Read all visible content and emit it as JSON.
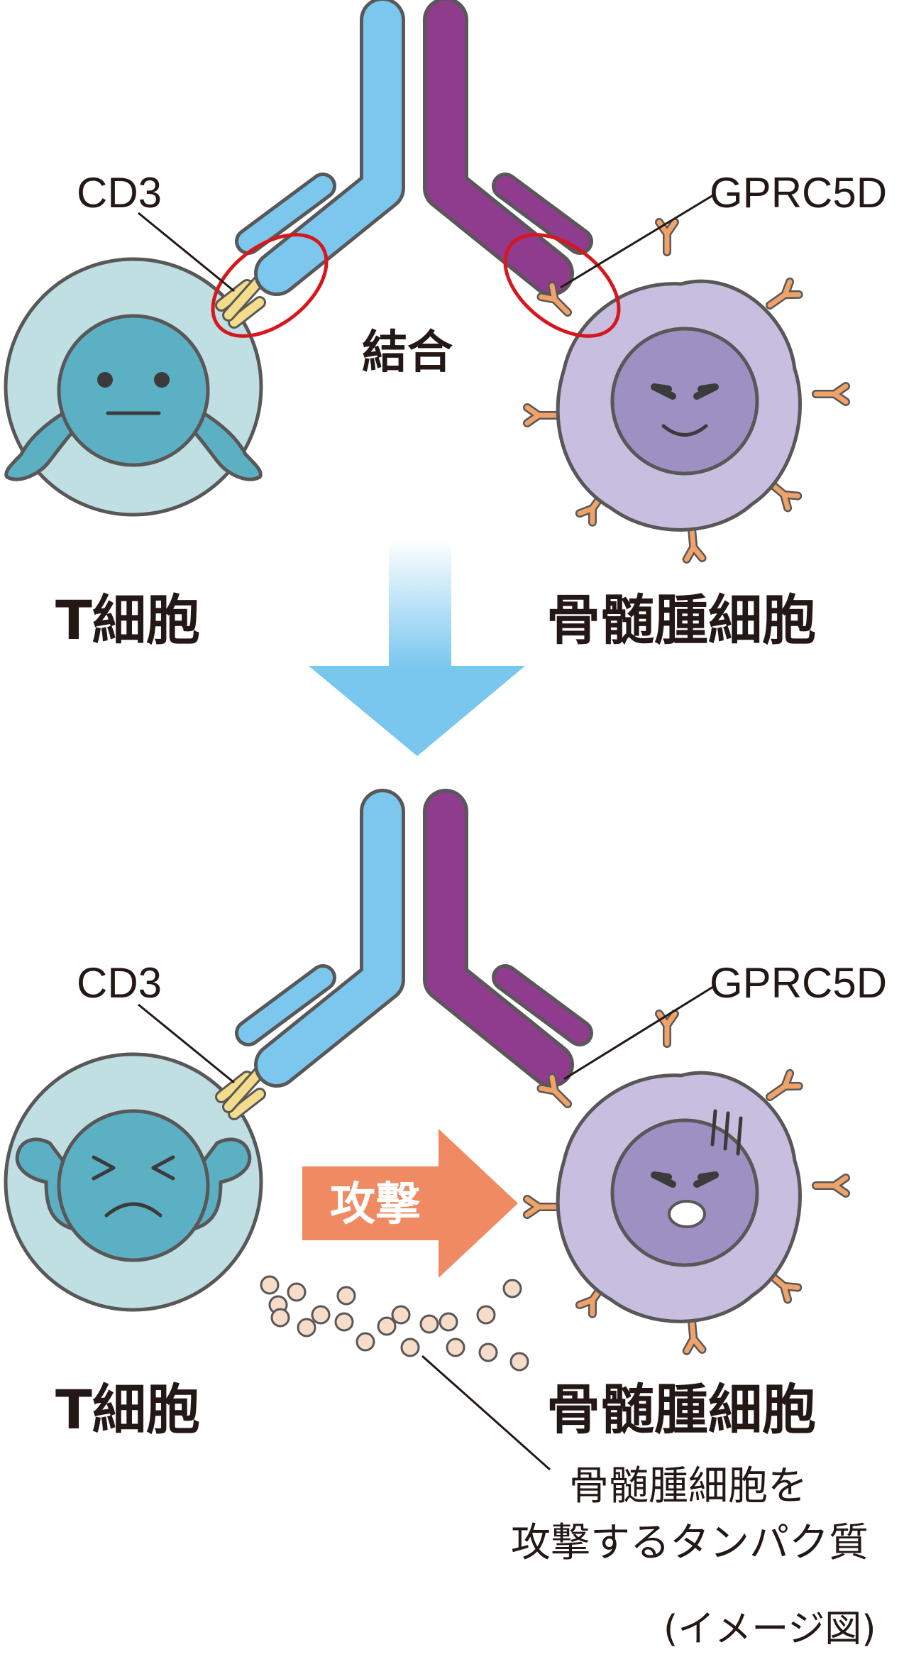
{
  "top": {
    "cd3_label": "CD3",
    "gprc5d_label": "GPRC5D",
    "binding_label": "結合",
    "tcell_label": "T細胞",
    "myeloma_label": "骨髄腫細胞"
  },
  "bottom": {
    "cd3_label": "CD3",
    "gprc5d_label": "GPRC5D",
    "attack_label": "攻撃",
    "tcell_label": "T細胞",
    "myeloma_label": "骨髄腫細胞",
    "protein_label_line1": "骨髄腫細胞を",
    "protein_label_line2": "攻撃するタンパク質"
  },
  "caption": "(イメージ図)",
  "colors": {
    "antibody_blue": "#7cc7ee",
    "antibody_purple": "#8f3c8f",
    "tcell_body": "#bfdfe3",
    "tcell_face": "#5bb0c4",
    "myeloma_body": "#c8bedf",
    "myeloma_face": "#9f90c4",
    "receptor_orange": "#f0a268",
    "cd3_yellow": "#f3dc8c",
    "binding_circle": "#d7161e",
    "attack_arrow": "#ef8a62",
    "flow_arrow": "#79c7ef",
    "protein_dot": "#f7dcc9"
  }
}
